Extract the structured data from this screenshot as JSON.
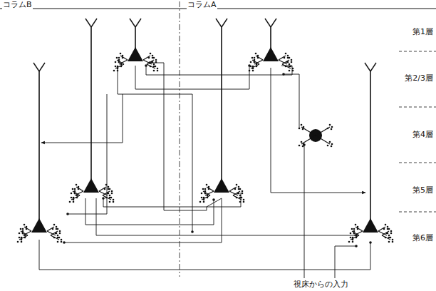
{
  "diagram": {
    "labels": [
      "コラムB",
      "コラムA",
      "第1層",
      "第2/3層",
      "第4層",
      "第5層",
      "第6層",
      "視床からの入力"
    ]
  }
}
